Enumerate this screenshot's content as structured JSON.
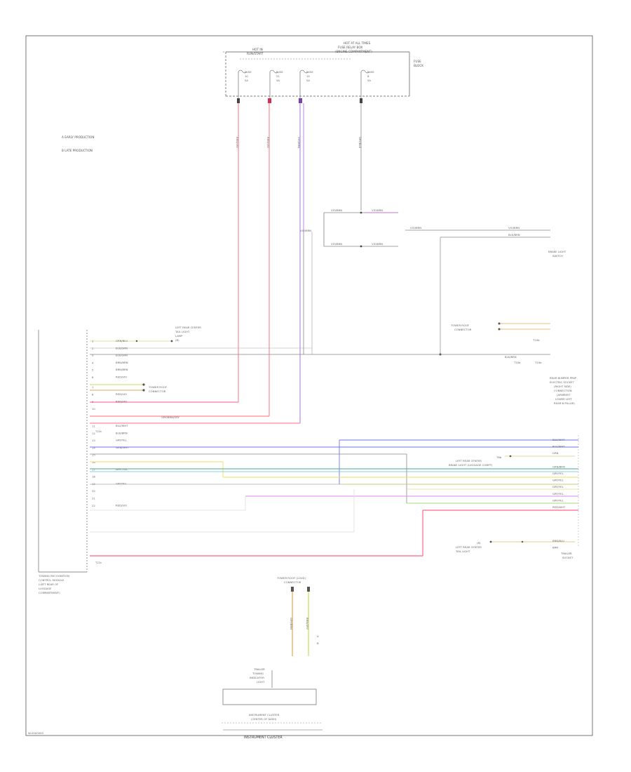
{
  "fuse_box": {
    "line1": "HOT AT ALL TIMES",
    "line2": "FUSE RELAY BOX",
    "line3": "(ENGINE COMPARTMENT)",
    "hot_label": "HOT IN",
    "hot_label2": "RUN/START",
    "fuse_block_label": "FUSE",
    "fuse_block_label2": "BLOCK",
    "fuses": [
      {
        "name": "FUSE",
        "num": "10",
        "amp": "5A"
      },
      {
        "name": "FUSE",
        "num": "21",
        "amp": "5A"
      },
      {
        "name": "FUSE",
        "num": "15",
        "amp": "5A"
      },
      {
        "name": "FUSE",
        "num": "8",
        "amp": "5A"
      }
    ]
  },
  "notes": {
    "a": "A  EARLY PRODUCTION",
    "b": "B  LATE PRODUCTION"
  },
  "wires": {
    "w_red_left": "RED/VIO",
    "w_red_2a": "RED/VIO",
    "w_red_2b": "RED/VIO",
    "w_vio": "VIO/BRN",
    "w_gray": "GRY/BLK",
    "split_in": "VIO/BRN",
    "split_top_a": "VIO/BRN",
    "split_top_b": "VIO/BRN",
    "split_bot_a": "VIO/BRN",
    "split_bot_b": "VIO/BRN",
    "brake_in": "VIO/BRN",
    "brake_out": "VIO/BRN",
    "brake_out2": "BLK/BRN"
  },
  "brake_switch": {
    "l1": "BRAKE LIGHT",
    "l2": "SWITCH"
  },
  "lamp_left": {
    "l1": "LEFT REAR CENTER",
    "l2": "TAIL LIGHT",
    "l3": "LAMP",
    "l4": "(B)"
  },
  "ground_ref": {
    "l1": "TOWER ROOF",
    "l2": "CONNECTOR"
  },
  "ground_ref2": {
    "l1": "TOWER ROOF",
    "l2": "CONNECTOR"
  },
  "ground_ref3": {
    "l1": "TOWER ROOF",
    "l2": "CONNECTOR"
  },
  "right_labels": {
    "sw": "T10b",
    "sw2": "T10b",
    "gnd": "T10b",
    "conn1": "REAR BUMPER PREP",
    "conn2": "ELECTRIC SOCKET",
    "conn3": "(RIGHT SIDE)",
    "conn4": "CONNECTION",
    "conn5": "(ARMREST",
    "conn6": "LOWER LEFT",
    "conn7": "REAR B-PILLAR)"
  },
  "module_left": {
    "l1": "TOWING RECOGNITION",
    "l2": "CONTROL MODULE",
    "l3": "(LEFT REAR OF",
    "l4": "LUGGAGE",
    "l5": "COMPARTMENT)"
  },
  "module_pins": [
    "1",
    "2",
    "3",
    "4",
    "5",
    "6",
    "7",
    "8",
    "9",
    "10",
    "11",
    "12",
    "13",
    "14",
    "15",
    "16",
    "17",
    "18",
    "19",
    "20",
    "21",
    "22"
  ],
  "module_wires": [
    "GRN/BLU",
    "BLK/GRN",
    "BLK/GRN",
    "BRN/BRN",
    "BRN/BRN",
    "RED/VIO",
    "",
    "RED/VIO",
    "RED/VIO",
    "",
    "BLU/WHT",
    "BLK/BRN",
    "GRY/YEL",
    "GRN/WHT",
    "",
    "",
    "WHT/YEL",
    "",
    "GRY/YEL",
    "",
    "",
    "RED/VIO"
  ],
  "module_extra": {
    "t1": "T22c",
    "t2": "T22c",
    "grn_vio": "GRY/BRN/GRY",
    "cz": "GRY/YEL"
  },
  "right_group": {
    "h1": "LEFT REAR CENTER",
    "h2": "TAIL LIGHT",
    "h3": "LEFT REAR CENTER",
    "h4": "BRAKE LIGHT (LUGGAGE COMPT)",
    "h5": "T6b",
    "h6": "TAIL",
    "wires": [
      "BLU/WHT",
      "BLU/WHT",
      "GRN",
      "",
      "GRN/BRN",
      "GRY/YEL",
      "GRY/YEL",
      "GRY/YEL",
      "GRY/YEL",
      "GRY/YEL",
      "RED/WHT",
      "",
      "",
      "",
      "",
      "BRN/BLU",
      "BRN"
    ],
    "tail_label1": "TRAILER",
    "tail_label2": "SOCKET",
    "lamp2_l1": "LEFT REAR CENTER",
    "lamp2_l2": "TAIL LIGHT",
    "lamp2_l3": "(B)"
  },
  "instrument": {
    "conn": "TOWER ROOF (LOUD)",
    "conn2": "CONNECTOR",
    "w1": "GRY/BRN",
    "w2": "BRN/GRY",
    "pin1": "A",
    "pin2": "B",
    "box_l1": "TRAILER",
    "box_l2": "TOWING",
    "box_l3": "INDICATOR",
    "box_l4": "LIGHT",
    "label1": "INSTRUMENT CLUSTER",
    "label2": "(CENTER OF DASH)",
    "footer": "INSTRUMENT CLUSTER"
  },
  "footer_code": "W-0000000"
}
